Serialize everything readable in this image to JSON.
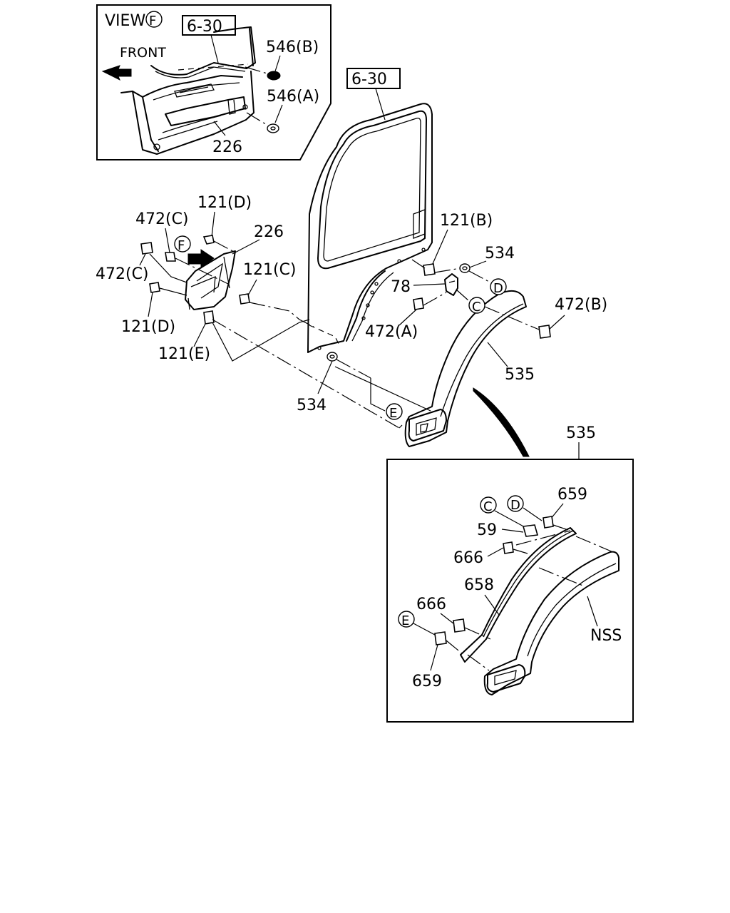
{
  "view_title": "VIEW",
  "view_marker": "F",
  "front_label": "FRONT",
  "refs": {
    "inset_ref": "6-30",
    "door_ref": "6-30"
  },
  "markers": {
    "F": "F",
    "C": "C",
    "D": "D",
    "E": "E"
  },
  "callouts": {
    "p546b": "546(B)",
    "p546a": "546(A)",
    "p226_inset": "226",
    "p121d_top": "121(D)",
    "p472c_top": "472(C)",
    "p226": "226",
    "p472c_left": "472(C)",
    "p121c": "121(C)",
    "p121d_bottom": "121(D)",
    "p121e": "121(E)",
    "p121b": "121(B)",
    "p534_top": "534",
    "p78": "78",
    "p472a": "472(A)",
    "p472b": "472(B)",
    "p535": "535",
    "p534_bottom": "534",
    "p535_detail": "535"
  },
  "detail": {
    "p659_top": "659",
    "p59": "59",
    "p666_top": "666",
    "p658": "658",
    "p666_bottom": "666",
    "p659_bottom": "659",
    "nss": "NSS"
  }
}
